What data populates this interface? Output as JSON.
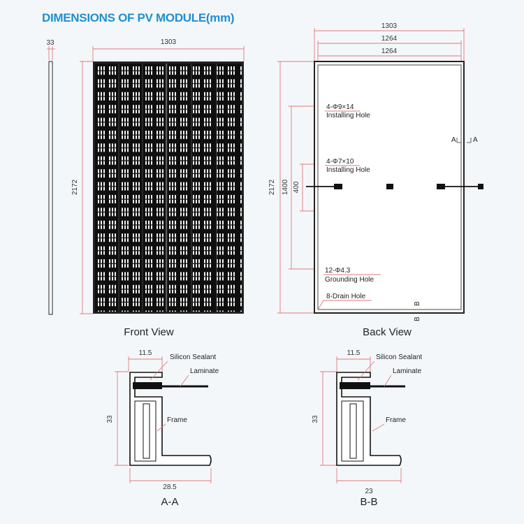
{
  "title": "DIMENSIONS OF PV MODULE(mm)",
  "front": {
    "caption": "Front View",
    "width": "1303",
    "height": "2172",
    "thickness": "33"
  },
  "back": {
    "caption": "Back View",
    "width_outer": "1303",
    "width_1": "1264",
    "width_2": "1264",
    "height": "2172",
    "height_1400": "1400",
    "height_400": "400",
    "hole1_spec": "4-Φ9×14",
    "hole1_name": "Installing Hole",
    "hole2_spec": "4-Φ7×10",
    "hole2_name": "Installing Hole",
    "ground_spec": "12-Φ4.3",
    "ground_name": "Grounding Hole",
    "drain": "8-Drain Hole",
    "section_a": "A",
    "section_b": "B"
  },
  "section_aa": {
    "caption": "A-A",
    "lip": "11.5",
    "height": "33",
    "width": "28.5",
    "sealant": "Silicon Sealant",
    "laminate": "Laminate",
    "frame": "Frame"
  },
  "section_bb": {
    "caption": "B-B",
    "lip": "11.5",
    "height": "33",
    "width": "23",
    "sealant": "Silicon Sealant",
    "laminate": "Laminate",
    "frame": "Frame"
  },
  "colors": {
    "title": "#1f8fd1",
    "dimension": "#e07a7a",
    "panel": "#111111",
    "background": "#f4f7fa"
  }
}
